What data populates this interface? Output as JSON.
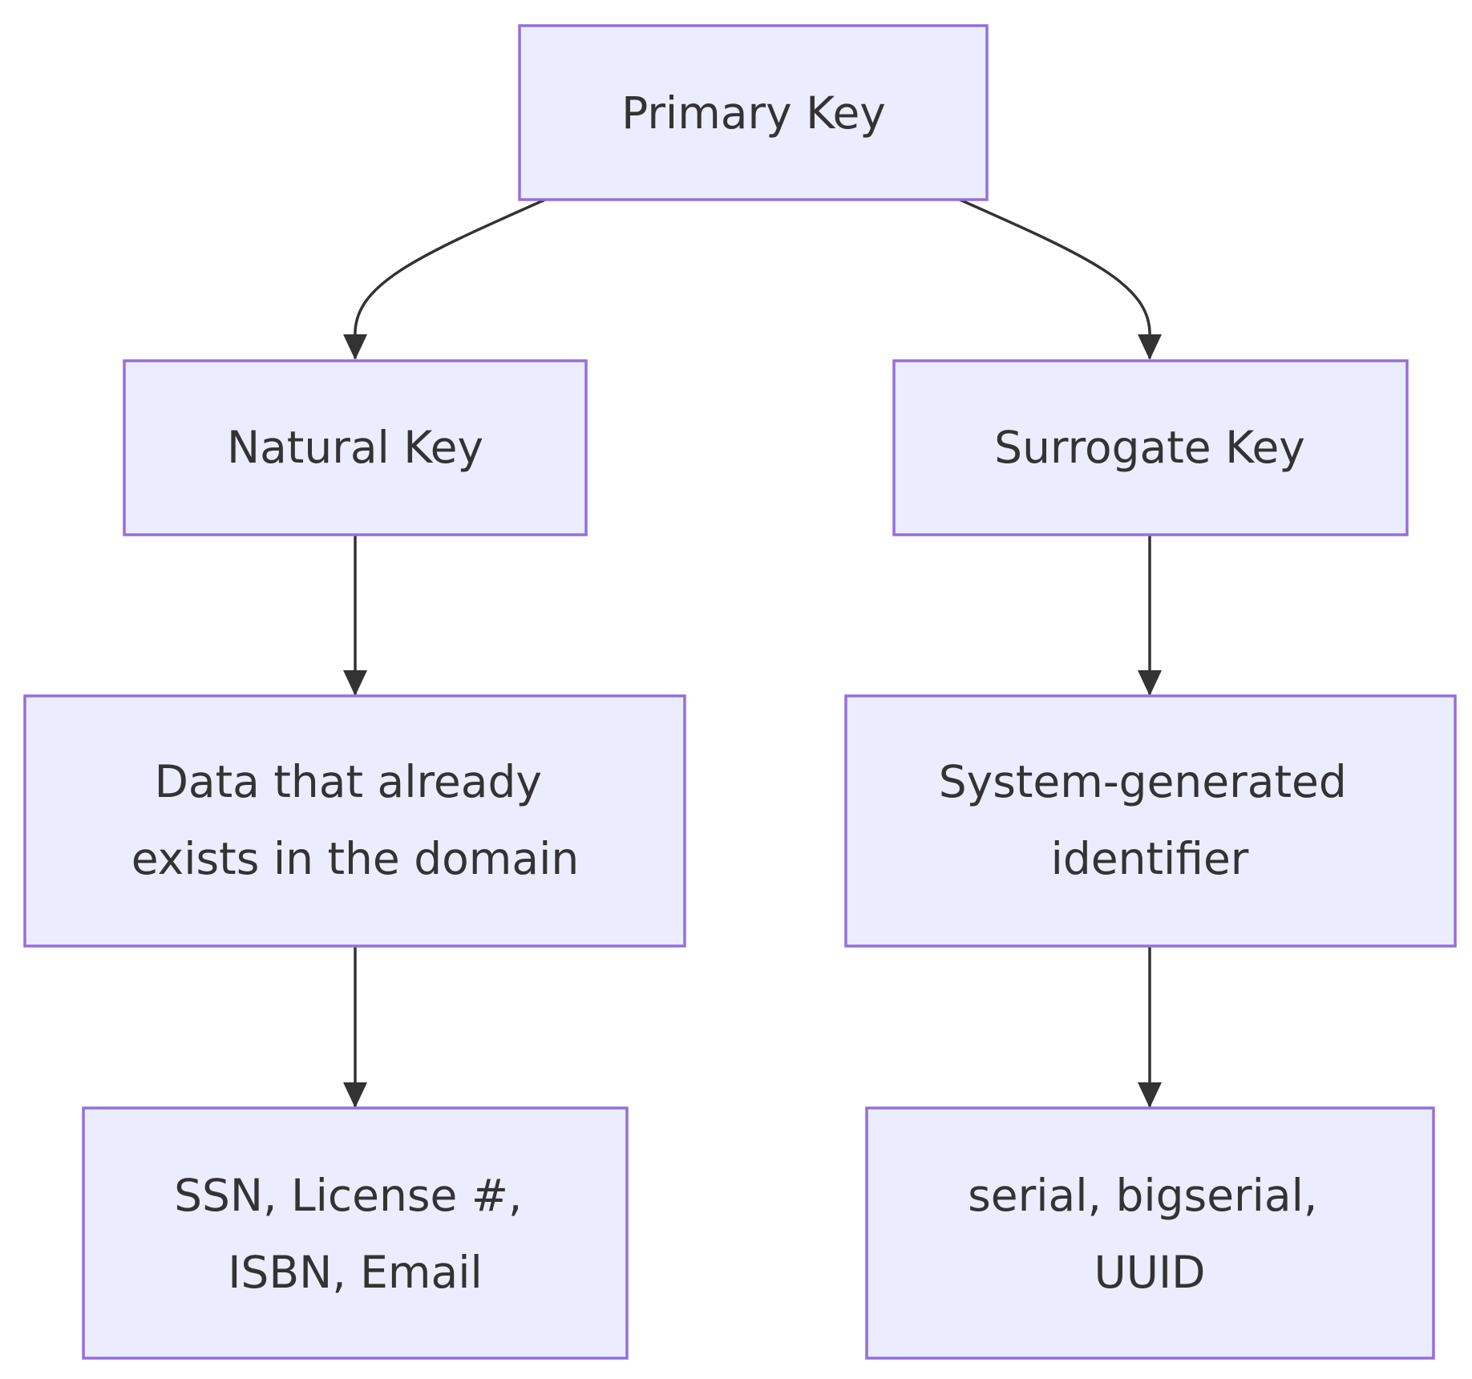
{
  "diagram": {
    "type": "flowchart",
    "nodes": [
      {
        "id": "pk",
        "label": [
          "Primary Key"
        ]
      },
      {
        "id": "nk",
        "label": [
          "Natural Key"
        ]
      },
      {
        "id": "sk",
        "label": [
          "Surrogate Key"
        ]
      },
      {
        "id": "nk_desc",
        "label": [
          "Data that already",
          "exists in the domain"
        ]
      },
      {
        "id": "sk_desc",
        "label": [
          "System-generated",
          "identifier"
        ]
      },
      {
        "id": "nk_ex",
        "label": [
          "SSN, License #,",
          "ISBN, Email"
        ]
      },
      {
        "id": "sk_ex",
        "label": [
          "serial, bigserial,",
          "UUID"
        ]
      }
    ],
    "edges": [
      {
        "from": "pk",
        "to": "nk"
      },
      {
        "from": "pk",
        "to": "sk"
      },
      {
        "from": "nk",
        "to": "nk_desc"
      },
      {
        "from": "sk",
        "to": "sk_desc"
      },
      {
        "from": "nk_desc",
        "to": "nk_ex"
      },
      {
        "from": "sk_desc",
        "to": "sk_ex"
      }
    ],
    "colors": {
      "node_fill": "#ECECFF",
      "node_border": "#9370DB",
      "edge": "#333333",
      "text": "#333333",
      "background": "#FFFFFF"
    }
  }
}
